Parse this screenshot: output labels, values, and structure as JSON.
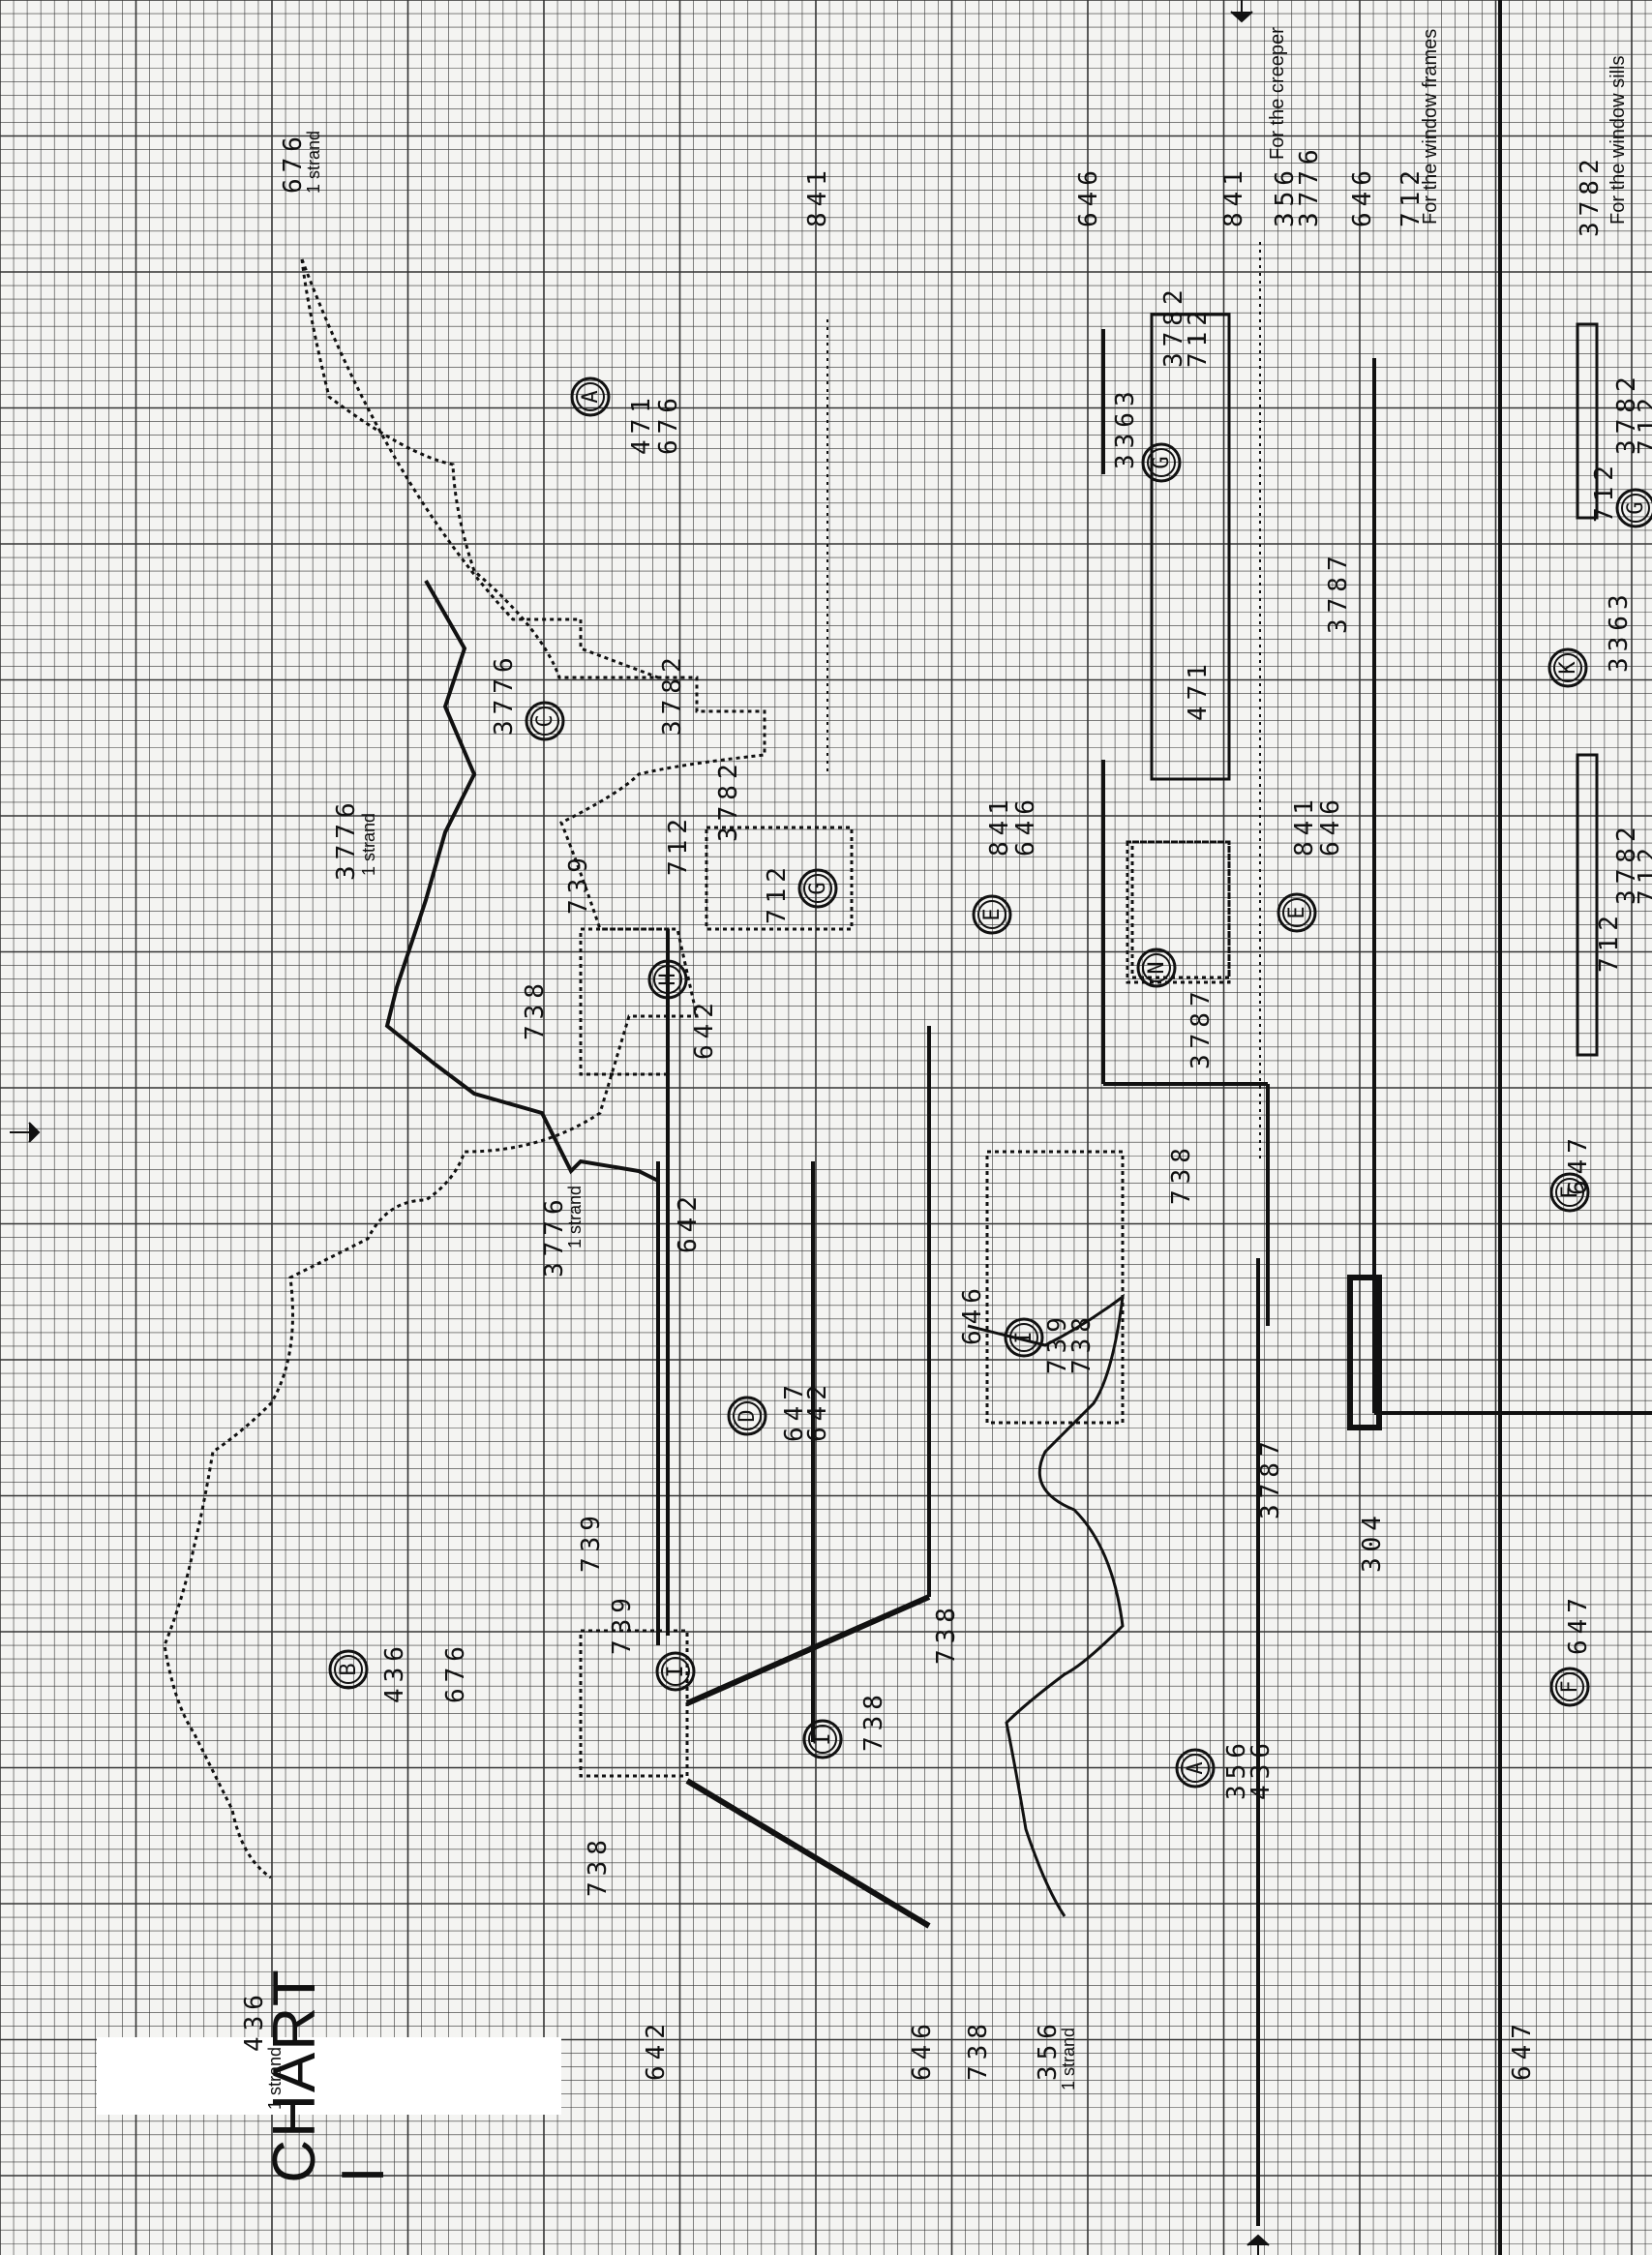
{
  "chart": {
    "title": "CHART I",
    "strand_note": "1 strand",
    "notes": {
      "creeper": "For the creeper",
      "window_frames": "For the window frames",
      "window_sills": "For the window sills"
    },
    "key_letters": [
      "A",
      "B",
      "C",
      "D",
      "E",
      "E",
      "F",
      "F",
      "G",
      "G",
      "G",
      "H",
      "I",
      "I",
      "I",
      "K",
      "A",
      "N"
    ],
    "thread_codes": {
      "a_top": [
        "471",
        "676"
      ],
      "a_bottom": [
        "356",
        "436"
      ],
      "b": [
        "436",
        "676"
      ],
      "c": "3776",
      "d": [
        "647",
        "642"
      ],
      "e1": [
        "841",
        "646"
      ],
      "e2": [
        "841",
        "646"
      ],
      "f1": "647",
      "f2": "647",
      "g1": [
        "3782",
        "712"
      ],
      "g_box": [
        "712",
        "3782"
      ],
      "h": [
        "739",
        "738"
      ],
      "i_mid": "738",
      "k1": [
        "712",
        "3782",
        "712"
      ],
      "k2": [
        "712",
        "3782",
        "712"
      ],
      "k3": "3363",
      "top_676": "676",
      "top_841a": "841",
      "top_646": "646",
      "top_841b": "841",
      "top_356": "356",
      "top_3776": "3776",
      "top_646b": "646",
      "top_712": "712",
      "top_3782": "3782",
      "bot_436": "436",
      "bot_642": "642",
      "bot_646": "646",
      "bot_738": "738",
      "bot_356": "356",
      "bot_647": "647",
      "arrow_3776a": "3776",
      "arrow_3776b": "3776",
      "arrow_3782": "3782",
      "arrow_739a": "739",
      "arrow_739b": "739",
      "arrow_738a": "738",
      "arrow_738b": "738",
      "arrow_738c": "738",
      "arrow_642a": "642",
      "arrow_642b": "642",
      "arrow_738d": "738",
      "arrow_3787a": "3787",
      "arrow_3787b": "3787",
      "arrow_3787c": "3787",
      "arrow_304": "304",
      "arrow_3363": "3363",
      "arrow_712": "712",
      "box_3782": "3782",
      "box_3787": "3787",
      "box_471": "471",
      "box_646": "646",
      "box_739": "739",
      "box_738": "738"
    }
  }
}
